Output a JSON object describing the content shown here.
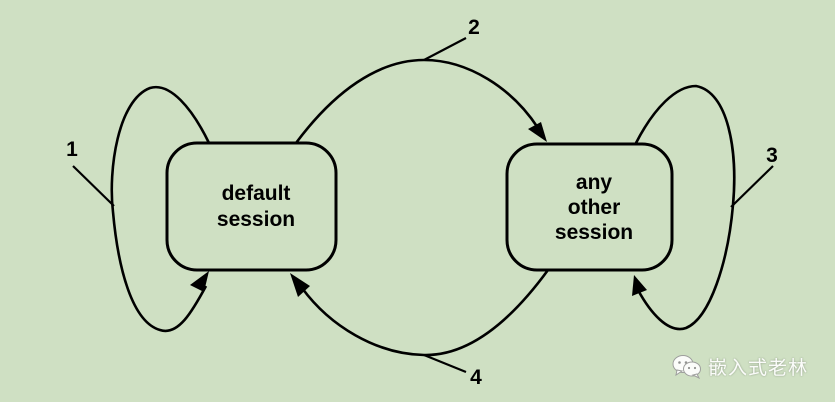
{
  "states": {
    "default": {
      "lines": [
        "default",
        "session"
      ]
    },
    "other": {
      "lines": [
        "any",
        "other",
        "session"
      ]
    }
  },
  "transitions": [
    {
      "label": "1"
    },
    {
      "label": "2"
    },
    {
      "label": "3"
    },
    {
      "label": "4"
    }
  ],
  "watermark": {
    "icon": "wechat-icon",
    "text": "嵌入式老林"
  }
}
